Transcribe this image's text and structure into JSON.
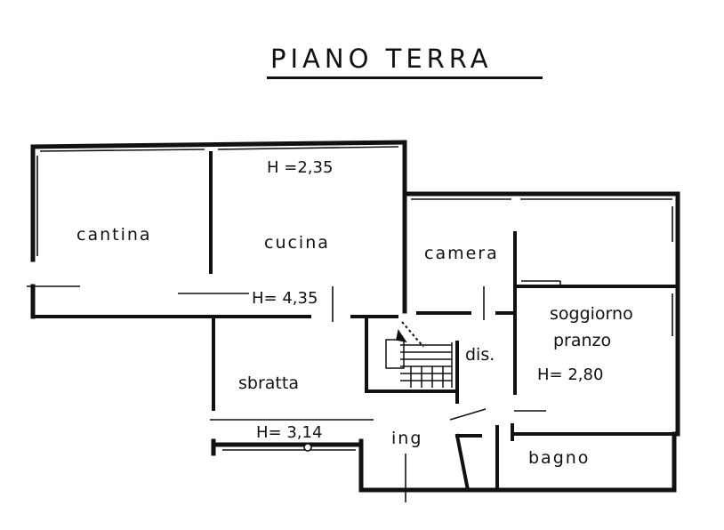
{
  "title": "PIANO TERRA",
  "rooms": {
    "cantina": "cantina",
    "cucina": "cucina",
    "camera": "camera",
    "soggiorno": "soggiorno",
    "pranzo": "pranzo",
    "dis": "dis.",
    "sbratta": "sbratta",
    "ing": "ing",
    "bagno": "bagno"
  },
  "heights": {
    "upper": "H =2,35",
    "middle": "H= 4,35",
    "lower": "H= 3,14",
    "living": "H= 2,80"
  },
  "colors": {
    "ink": "#111111",
    "paper": "#ffffff"
  }
}
